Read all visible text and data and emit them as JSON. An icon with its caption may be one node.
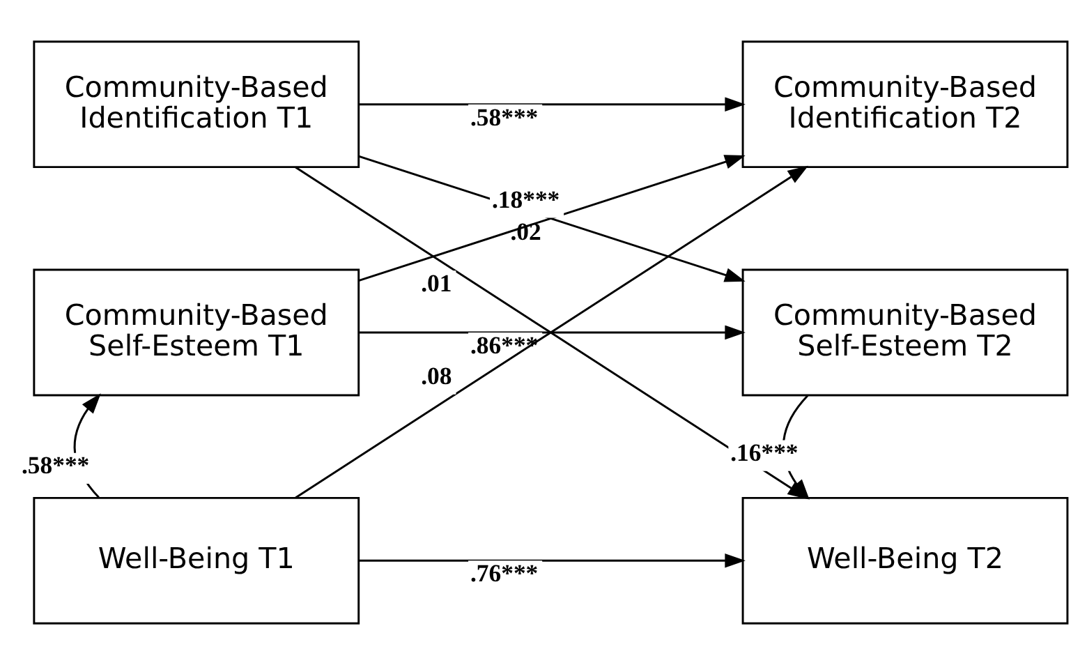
{
  "diagram": {
    "nodes": [
      {
        "text": [
          "Community-Based Identification T1"
        ]
      },
      {
        "text": [
          "Community-Based Self-Esteem T1"
        ]
      },
      {
        "text": [
          "Well-Being T1"
        ]
      },
      {
        "text": [
          "Community-Based Identification T2"
        ]
      },
      {
        "text": [
          "Community-Based Self-Esteem T2"
        ]
      },
      {
        "text": [
          "Well-Being T2"
        ]
      }
    ],
    "edges": [
      {
        "from": 0,
        "to": 3,
        "arrow": "to",
        "label": ".58***"
      },
      {
        "from": 0,
        "to": 4,
        "arrow": "to",
        "label": ".02"
      },
      {
        "from": 0,
        "to": 5,
        "arrow": "to",
        "label": ".01"
      },
      {
        "from": 1,
        "to": 3,
        "arrow": "to",
        "label": ".18***"
      },
      {
        "from": 1,
        "to": 4,
        "arrow": "to",
        "label": ".86***"
      },
      {
        "from": 2,
        "to": 1,
        "arrow": "to",
        "label": ".58***"
      },
      {
        "from": 2,
        "to": 3,
        "arrow": "to",
        "label": ".08"
      },
      {
        "from": 2,
        "to": 5,
        "arrow": "to",
        "label": ".76***"
      },
      {
        "from": 4,
        "to": 5,
        "arrow": "to",
        "label": ".16***"
      }
    ]
  }
}
